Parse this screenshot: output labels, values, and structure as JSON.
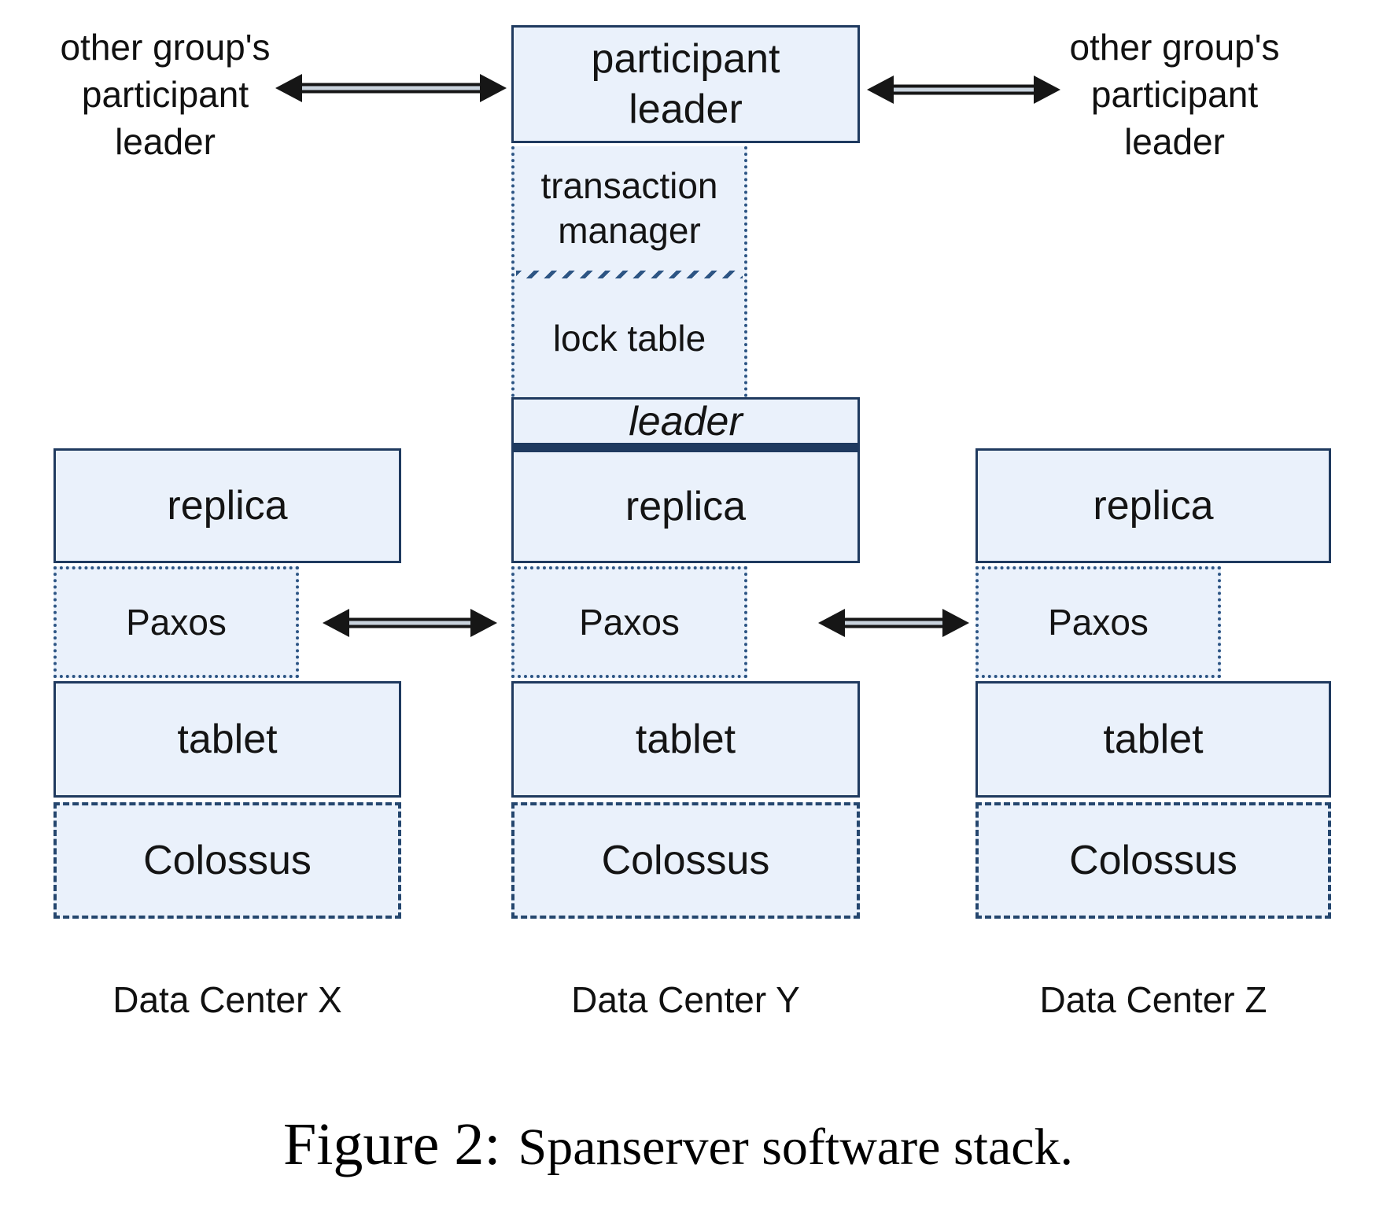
{
  "side_labels": {
    "left": "other group's\nparticipant\nleader",
    "right": "other group's\nparticipant\nleader"
  },
  "center_stack": {
    "participant_leader": "participant leader",
    "transaction_manager": "transaction manager",
    "lock_table": "lock table",
    "leader": "leader"
  },
  "columns": [
    {
      "replica": "replica",
      "paxos": "Paxos",
      "tablet": "tablet",
      "colossus": "Colossus",
      "datacenter": "Data Center X"
    },
    {
      "replica": "replica",
      "paxos": "Paxos",
      "tablet": "tablet",
      "colossus": "Colossus",
      "datacenter": "Data Center Y"
    },
    {
      "replica": "replica",
      "paxos": "Paxos",
      "tablet": "tablet",
      "colossus": "Colossus",
      "datacenter": "Data Center Z"
    }
  ],
  "caption": {
    "figure_label": "Figure 2:",
    "text": "Spanserver software stack."
  },
  "colors": {
    "box_fill": "#eaf1fb",
    "solid_border": "#1f3a5f",
    "dotted_border": "#2d5584",
    "dashed_border": "#24466e",
    "arrow": "#161616",
    "arrow_core": "#c9d3dd",
    "text": "#141414",
    "caption_color": "#000000"
  }
}
